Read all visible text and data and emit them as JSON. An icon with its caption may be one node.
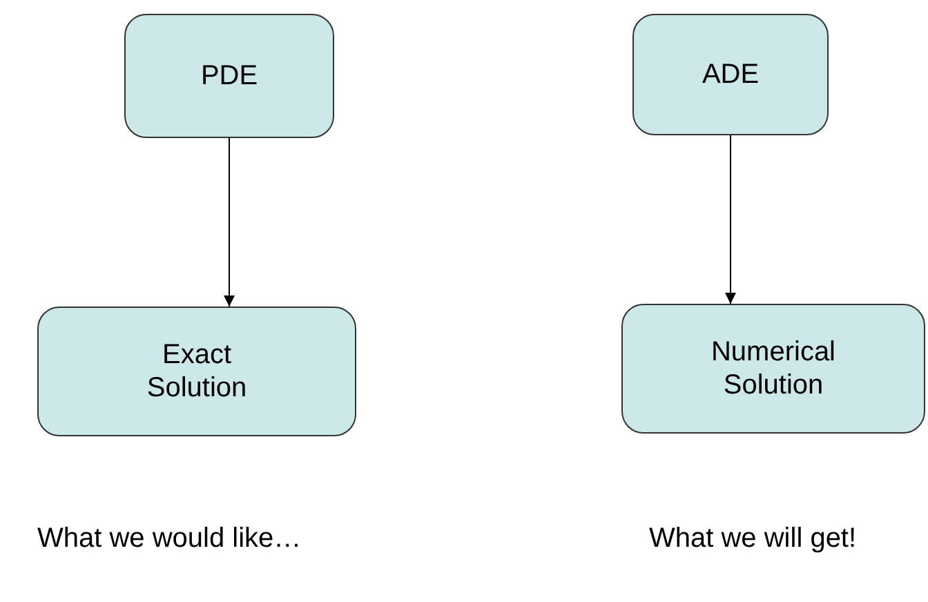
{
  "diagram": {
    "nodes": [
      {
        "text": [
          "PDE"
        ]
      },
      {
        "text": [
          "Exact Solution"
        ]
      },
      {
        "text": [
          "ADE"
        ]
      },
      {
        "text": [
          "Numerical Solution"
        ]
      }
    ],
    "edges": [
      {
        "from": 0,
        "to": 1,
        "arrow": "to"
      },
      {
        "from": 2,
        "to": 3,
        "arrow": "to"
      }
    ],
    "labels": [
      "What we would like…",
      "What we will get!"
    ]
  }
}
